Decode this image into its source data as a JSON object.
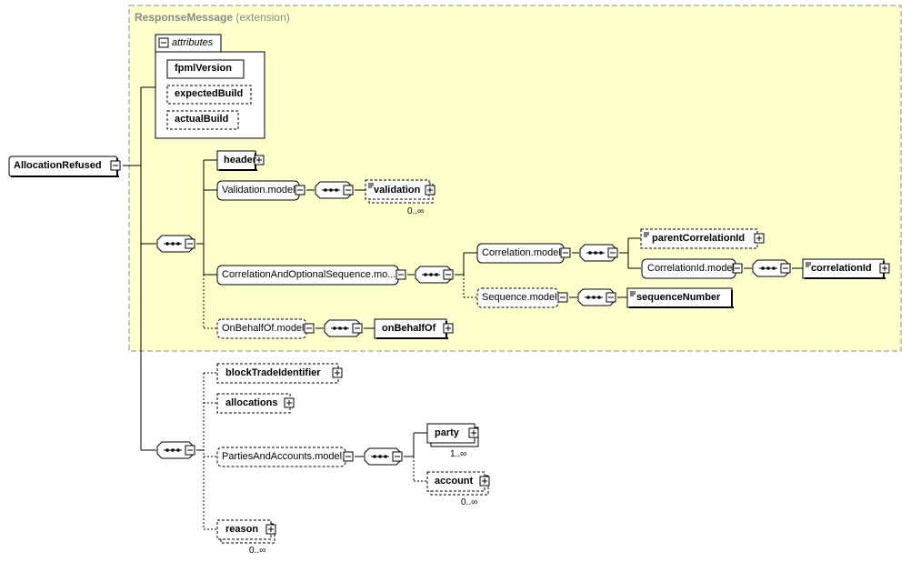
{
  "extension": {
    "title": "ResponseMessage",
    "subtitle": "(extension)"
  },
  "attributes": {
    "label": "attributes",
    "items": [
      "fpmlVersion",
      "expectedBuild",
      "actualBuild"
    ]
  },
  "root": "AllocationRefused",
  "nodes": {
    "header": "header",
    "validation_model": "Validation.model",
    "validation": "validation",
    "corr_seq_model": "CorrelationAndOptionalSequence.mo...",
    "correlation_model": "Correlation.model",
    "parent_correlation_id": "parentCorrelationId",
    "correlation_id_model": "CorrelationId.model",
    "correlation_id": "correlationId",
    "sequence_model": "Sequence.model",
    "sequence_number": "sequenceNumber",
    "on_behalf_of_model": "OnBehalfOf.model",
    "on_behalf_of": "onBehalfOf",
    "block_trade_identifier": "blockTradeIdentifier",
    "allocations": "allocations",
    "parties_and_accounts_model": "PartiesAndAccounts.model",
    "party": "party",
    "account": "account",
    "reason": "reason"
  },
  "occurrences": {
    "validation": "0..∞",
    "party": "1..∞",
    "account": "0..∞",
    "reason": "0..∞"
  },
  "colors": {
    "extension_fill": "#ffffcc",
    "extension_border": "#8c8c8c",
    "line": "#000000",
    "node_fill": "#ffffff"
  }
}
